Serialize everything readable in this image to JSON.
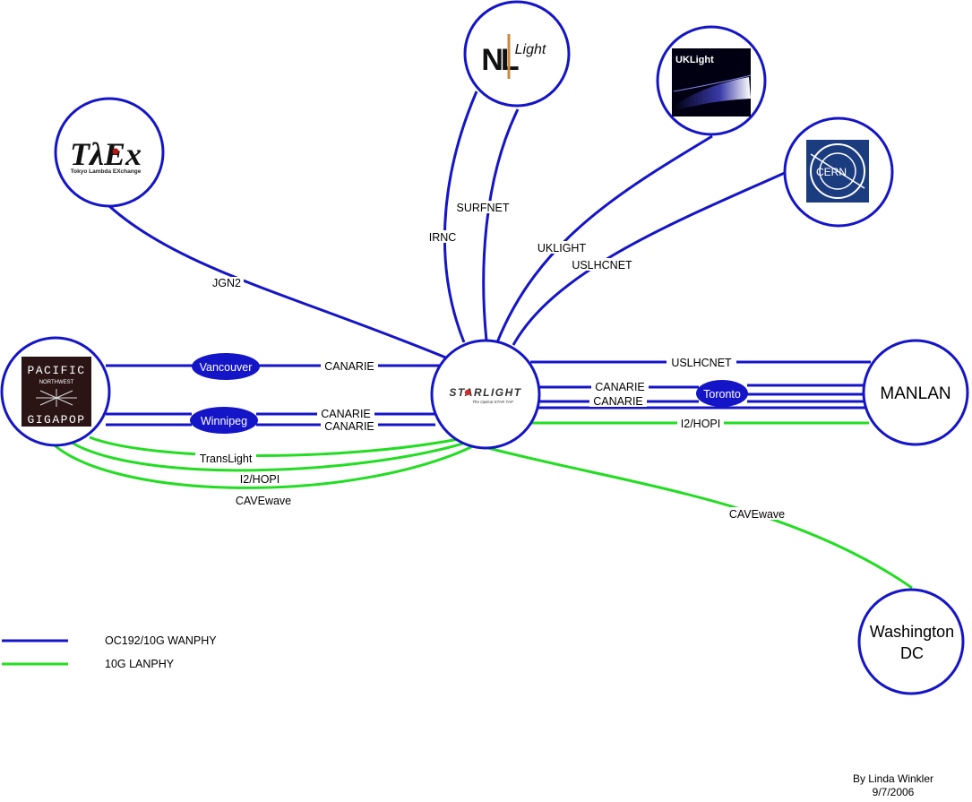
{
  "colors": {
    "wanphy": "#1515c8",
    "lanphy": "#22dd22",
    "node_fill": "#1515c8"
  },
  "nodes": {
    "starlight": {
      "name": "STARLIGHT",
      "tagline": "The Optical STAR TAP",
      "icon": "starlight-logo-icon"
    },
    "nlight": {
      "name_nl": "NL",
      "name_light": "Light",
      "icon": "netherlight-logo-icon"
    },
    "uklight": {
      "name": "UKLight",
      "icon": "uklight-logo-icon"
    },
    "cern": {
      "name": "CERN",
      "icon": "cern-logo-icon"
    },
    "t_lex": {
      "name": "TλEx",
      "subtitle": "Tokyo Lambda EXchange",
      "icon": "tlex-logo-icon"
    },
    "pnwgp": {
      "line1": "PACIFIC",
      "line2": "NORTHWEST",
      "line3": "GIGAPOP",
      "icon": "pnwgp-logo-icon"
    },
    "manlan": {
      "name": "MANLAN"
    },
    "washington": {
      "line1": "Washington",
      "line2": "DC"
    },
    "vancouver": {
      "name": "Vancouver"
    },
    "winnipeg": {
      "name": "Winnipeg"
    },
    "toronto": {
      "name": "Toronto"
    }
  },
  "links": {
    "jgn2": "JGN2",
    "irnc": "IRNC",
    "surfnet": "SURFNET",
    "uklight": "UKLIGHT",
    "uslhcnet_cern": "USLHCNET",
    "canarie_vancouver": "CANARIE",
    "canarie_winnipeg_1": "CANARIE",
    "canarie_winnipeg_2": "CANARIE",
    "translight": "TransLight",
    "i2hopi_west": "I2/HOPI",
    "cavewave_west": "CAVEwave",
    "uslhcnet_manlan": "USLHCNET",
    "canarie_toronto_1": "CANARIE",
    "canarie_toronto_2": "CANARIE",
    "i2hopi_east": "I2/HOPI",
    "cavewave_east": "CAVEwave"
  },
  "legend": {
    "wanphy": "OC192/10G WANPHY",
    "lanphy": "10G LANPHY"
  },
  "credit": {
    "author": "By Linda Winkler",
    "date": "9/7/2006"
  }
}
